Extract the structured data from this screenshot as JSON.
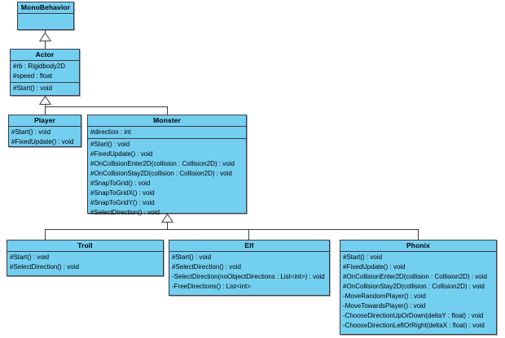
{
  "diagram": {
    "kind": "uml-class-diagram",
    "background_color": "#ffffff",
    "class_fill_color": "#73cff0",
    "class_border_color": "#3a3a4a",
    "classes": [
      {
        "id": "monobehavior",
        "name": "MonoBehavior",
        "attributes": [],
        "operations": []
      },
      {
        "id": "actor",
        "name": "Actor",
        "attributes": [
          "#rb : Rigidbody2D",
          "#speed : float"
        ],
        "operations": [
          "#Start() : void"
        ]
      },
      {
        "id": "player",
        "name": "Player",
        "attributes": [],
        "operations": [
          "#Start() : void",
          "#FixedUpdate() : void"
        ]
      },
      {
        "id": "monster",
        "name": "Monster",
        "attributes": [
          "#direction : int"
        ],
        "operations": [
          "#Start() : void",
          "#FixedUpdate() : void",
          "#OnCollisionEnter2D(collision : Collision2D) : void",
          "#OnCollisionStay2D(collision : Collision2D) : void",
          "#SnapToGrid() : void",
          "#SnapToGridX() : void",
          "#SnapToGridY() : void",
          "#SelectDirection() : void"
        ]
      },
      {
        "id": "troll",
        "name": "Troll",
        "attributes": [],
        "operations": [
          "#Start() : void",
          "#SelectDirection() : void"
        ]
      },
      {
        "id": "elf",
        "name": "Elf",
        "attributes": [],
        "operations": [
          "#Start() : void",
          "#SelectDirection() : void",
          "-SelectDirection(noObjectDirections : List<int>) : void",
          "-FreeDirections() : List<int>"
        ]
      },
      {
        "id": "phonix",
        "name": "Phonix",
        "attributes": [],
        "operations": [
          "#Start() : void",
          "#FixedUpdate() : void",
          "#OnCollisionEnter2D(collision : Collision2D) : void",
          "#OnCollisionStay2D(collision : Collision2D) : void",
          "-MoveRandomPlayer() : void",
          "-MoveTowardsPlayer() : void",
          "-ChooseDirectionUpOrDown(deltaY : float) : void",
          "-ChooseDirectionLeftOrRight(deltaX : float) : void"
        ]
      }
    ],
    "generalizations": [
      {
        "from": "actor",
        "to": "monobehavior"
      },
      {
        "from": "player",
        "to": "actor"
      },
      {
        "from": "monster",
        "to": "actor"
      },
      {
        "from": "troll",
        "to": "monster"
      },
      {
        "from": "elf",
        "to": "monster"
      },
      {
        "from": "phonix",
        "to": "monster"
      }
    ]
  }
}
